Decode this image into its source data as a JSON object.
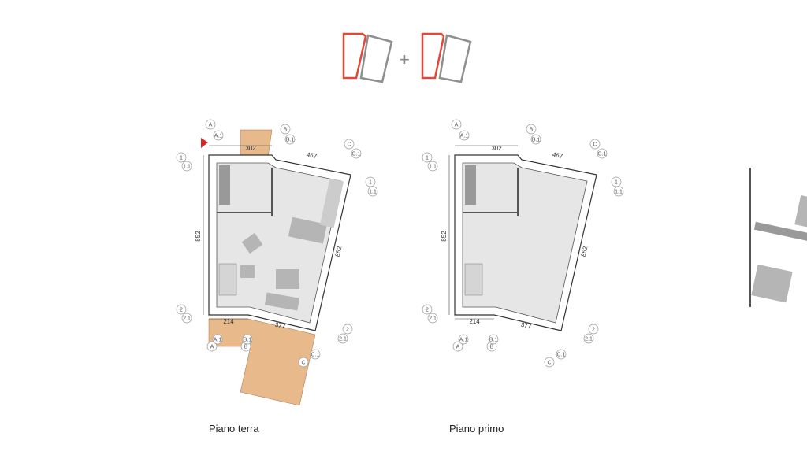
{
  "logo": {
    "description_colors": {
      "red": "#e0483a",
      "gray": "#8f8f8f"
    },
    "plus": "+"
  },
  "colors": {
    "wall": "#ffffff",
    "wall_stroke": "#333333",
    "floor": "#e6e6e6",
    "terrace": "#e8b98a",
    "marker": "#d9252a",
    "furniture": "#b5b5b5"
  },
  "plans": [
    {
      "title": "Piano terra",
      "dims": {
        "top_left": "302",
        "top_right": "467",
        "left": "852",
        "right": "852",
        "bottom_left": "214",
        "bottom_right": "377"
      },
      "grid": {
        "A": "A",
        "A1": "A.1",
        "B": "B",
        "B1": "B.1",
        "C": "C",
        "C1": "C.1",
        "r1": "1",
        "r11": "1.1",
        "r2": "2",
        "r21": "2.1"
      }
    },
    {
      "title": "Piano primo",
      "dims": {
        "top_left": "302",
        "top_right": "467",
        "left": "852",
        "right": "852",
        "bottom_left": "214",
        "bottom_right": "377"
      },
      "grid": {
        "A": "A",
        "A1": "A.1",
        "B": "B",
        "B1": "B.1",
        "C": "C",
        "C1": "C.1",
        "r1": "1",
        "r11": "1.1",
        "r2": "2",
        "r21": "2.1"
      }
    }
  ]
}
